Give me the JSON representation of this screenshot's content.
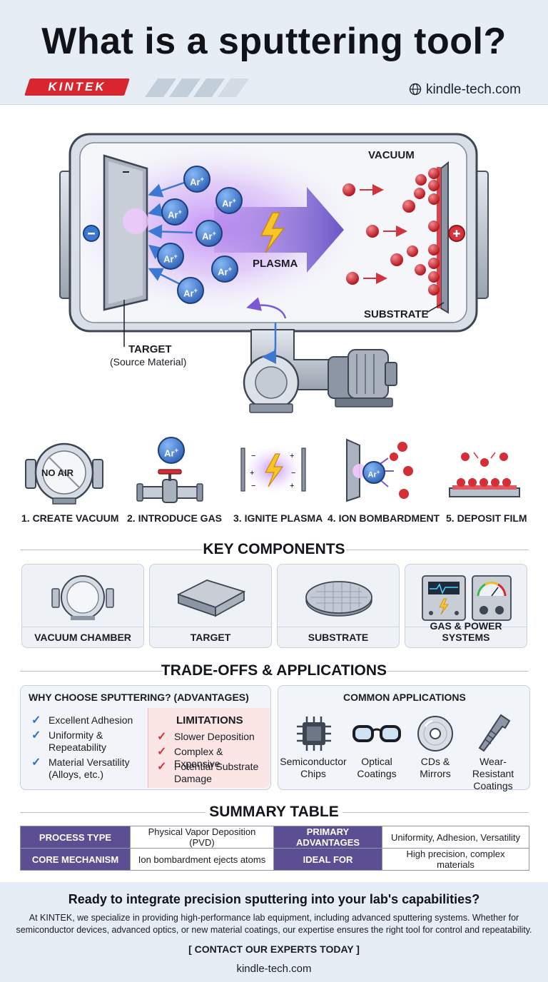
{
  "header": {
    "title": "What is a sputtering tool?",
    "logo_text": "KINTEK",
    "website": "kindle-tech.com",
    "globe_icon": "globe-icon"
  },
  "diagram": {
    "ion_label": "Ar",
    "ion_charge": "+",
    "vacuum_label": "VACUUM",
    "plasma_label": "PLASMA",
    "substrate_label": "SUBSTRATE",
    "target_label": "TARGET",
    "target_sublabel": "(Source Material)",
    "minus_sign": "−",
    "plus_sign": "+"
  },
  "steps": [
    {
      "label": "1. CREATE VACUUM",
      "icon_text": "NO AIR"
    },
    {
      "label": "2. INTRODUCE GAS",
      "icon_text": "Ar"
    },
    {
      "label": "3. IGNITE PLASMA"
    },
    {
      "label": "4. ION BOMBARDMENT",
      "icon_text": "Ar"
    },
    {
      "label": "5. DEPOSIT FILM"
    }
  ],
  "key_components": {
    "heading": "KEY COMPONENTS",
    "items": [
      "VACUUM CHAMBER",
      "TARGET",
      "SUBSTRATE",
      "GAS & POWER SYSTEMS"
    ]
  },
  "tradeoffs": {
    "heading": "TRADE-OFFS & APPLICATIONS",
    "advantages_title": "WHY CHOOSE SPUTTERING? (ADVANTAGES)",
    "advantages": [
      "Excellent Adhesion",
      "Uniformity & Repeatability",
      "Material Versatility (Alloys, etc.)"
    ],
    "limitations_title": "LIMITATIONS",
    "limitations": [
      "Slower Deposition",
      "Complex & Expensive",
      "Potential Substrate Damage"
    ],
    "applications_title": "COMMON APPLICATIONS",
    "applications": [
      "Semiconductor Chips",
      "Optical Coatings",
      "CDs & Mirrors",
      "Wear-Resistant Coatings"
    ]
  },
  "summary_table": {
    "heading": "SUMMARY TABLE",
    "rows": [
      [
        "PROCESS TYPE",
        "Physical Vapor Deposition (PVD)",
        "PRIMARY ADVANTAGES",
        "Uniformity, Adhesion, Versatility"
      ],
      [
        "CORE MECHANISM",
        "Ion bombardment ejects atoms",
        "IDEAL FOR",
        "High precision, complex materials"
      ]
    ]
  },
  "footer": {
    "cta_title": "Ready to integrate precision sputtering into your lab's capabilities?",
    "cta_body": "At KINTEK, we specialize in providing high-performance lab equipment, including advanced sputtering systems. Whether for semiconductor devices, advanced optics, or new material coatings, our expertise ensures the right tool for control and repeatability.",
    "cta_button": "[ CONTACT OUR EXPERTS TODAY ]",
    "website": "kindle-tech.com"
  },
  "colors": {
    "brand_red": "#d8262e",
    "plasma_purple": "#9b5cf0",
    "ion_blue": "#2f6fd0",
    "atom_red": "#d42e36",
    "table_header": "#5b4e92"
  }
}
